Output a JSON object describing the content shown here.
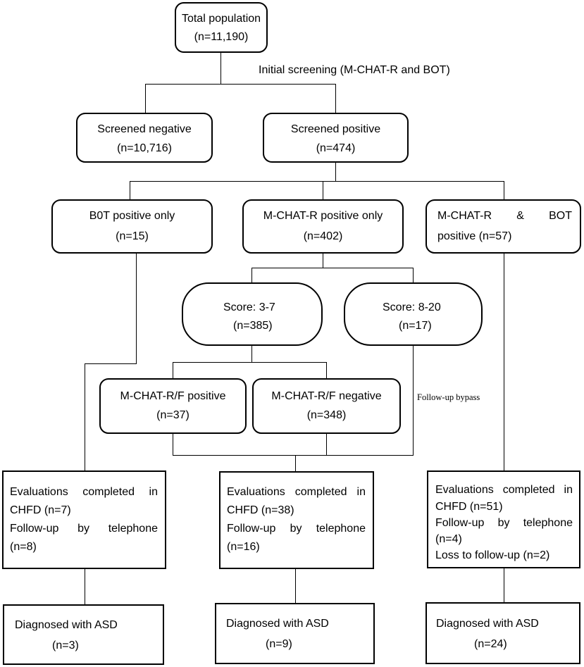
{
  "nodes": {
    "total": {
      "line1": "Total population",
      "line2": "(n=11,190)"
    },
    "initial_screening": "Initial screening (M-CHAT-R and BOT)",
    "screened_negative": {
      "line1": "Screened negative",
      "line2": "(n=10,716)"
    },
    "screened_positive": {
      "line1": "Screened positive",
      "line2": "(n=474)"
    },
    "bot_only": {
      "line1": "B0T positive only",
      "line2": "(n=15)"
    },
    "mchat_only": {
      "line1": "M-CHAT-R positive only",
      "line2": "(n=402)"
    },
    "mchat_bot": {
      "line1_a": "M-CHAT-R",
      "line1_b": "&",
      "line1_c": "BOT",
      "line2": "positive (n=57)"
    },
    "score_low": {
      "line1": "Score: 3-7",
      "line2": "(n=385)"
    },
    "score_high": {
      "line1": "Score: 8-20",
      "line2": "(n=17)"
    },
    "rf_positive": {
      "line1": "M-CHAT-R/F positive",
      "line2": "(n=37)"
    },
    "rf_negative": {
      "line1": "M-CHAT-R/F negative",
      "line2": "(n=348)"
    },
    "follow_up_bypass": "Follow-up bypass",
    "eval_left": {
      "l1a": "Evaluations",
      "l1b": "completed",
      "l1c": "in",
      "l2": "CHFD (n=7)",
      "l3a": "Follow-up",
      "l3b": "by",
      "l3c": "telephone",
      "l4": "(n=8)"
    },
    "eval_mid": {
      "l1a": "Evaluations",
      "l1b": "completed",
      "l1c": "in",
      "l2": "CHFD (n=38)",
      "l3a": "Follow-up",
      "l3b": "by",
      "l3c": "telephone",
      "l4": "(n=16)"
    },
    "eval_right": {
      "l1a": "Evaluations",
      "l1b": "completed",
      "l1c": "in",
      "l2": "CHFD (n=51)",
      "l3a": "Follow-up",
      "l3b": "by",
      "l3c": "telephone",
      "l4": "(n=4)",
      "l5": "Loss to follow-up (n=2)"
    },
    "diag_left": {
      "line1": "Diagnosed with ASD",
      "line2": "(n=3)"
    },
    "diag_mid": {
      "line1": "Diagnosed with ASD",
      "line2": "(n=9)"
    },
    "diag_right": {
      "line1": "Diagnosed with ASD",
      "line2": "(n=24)"
    }
  }
}
